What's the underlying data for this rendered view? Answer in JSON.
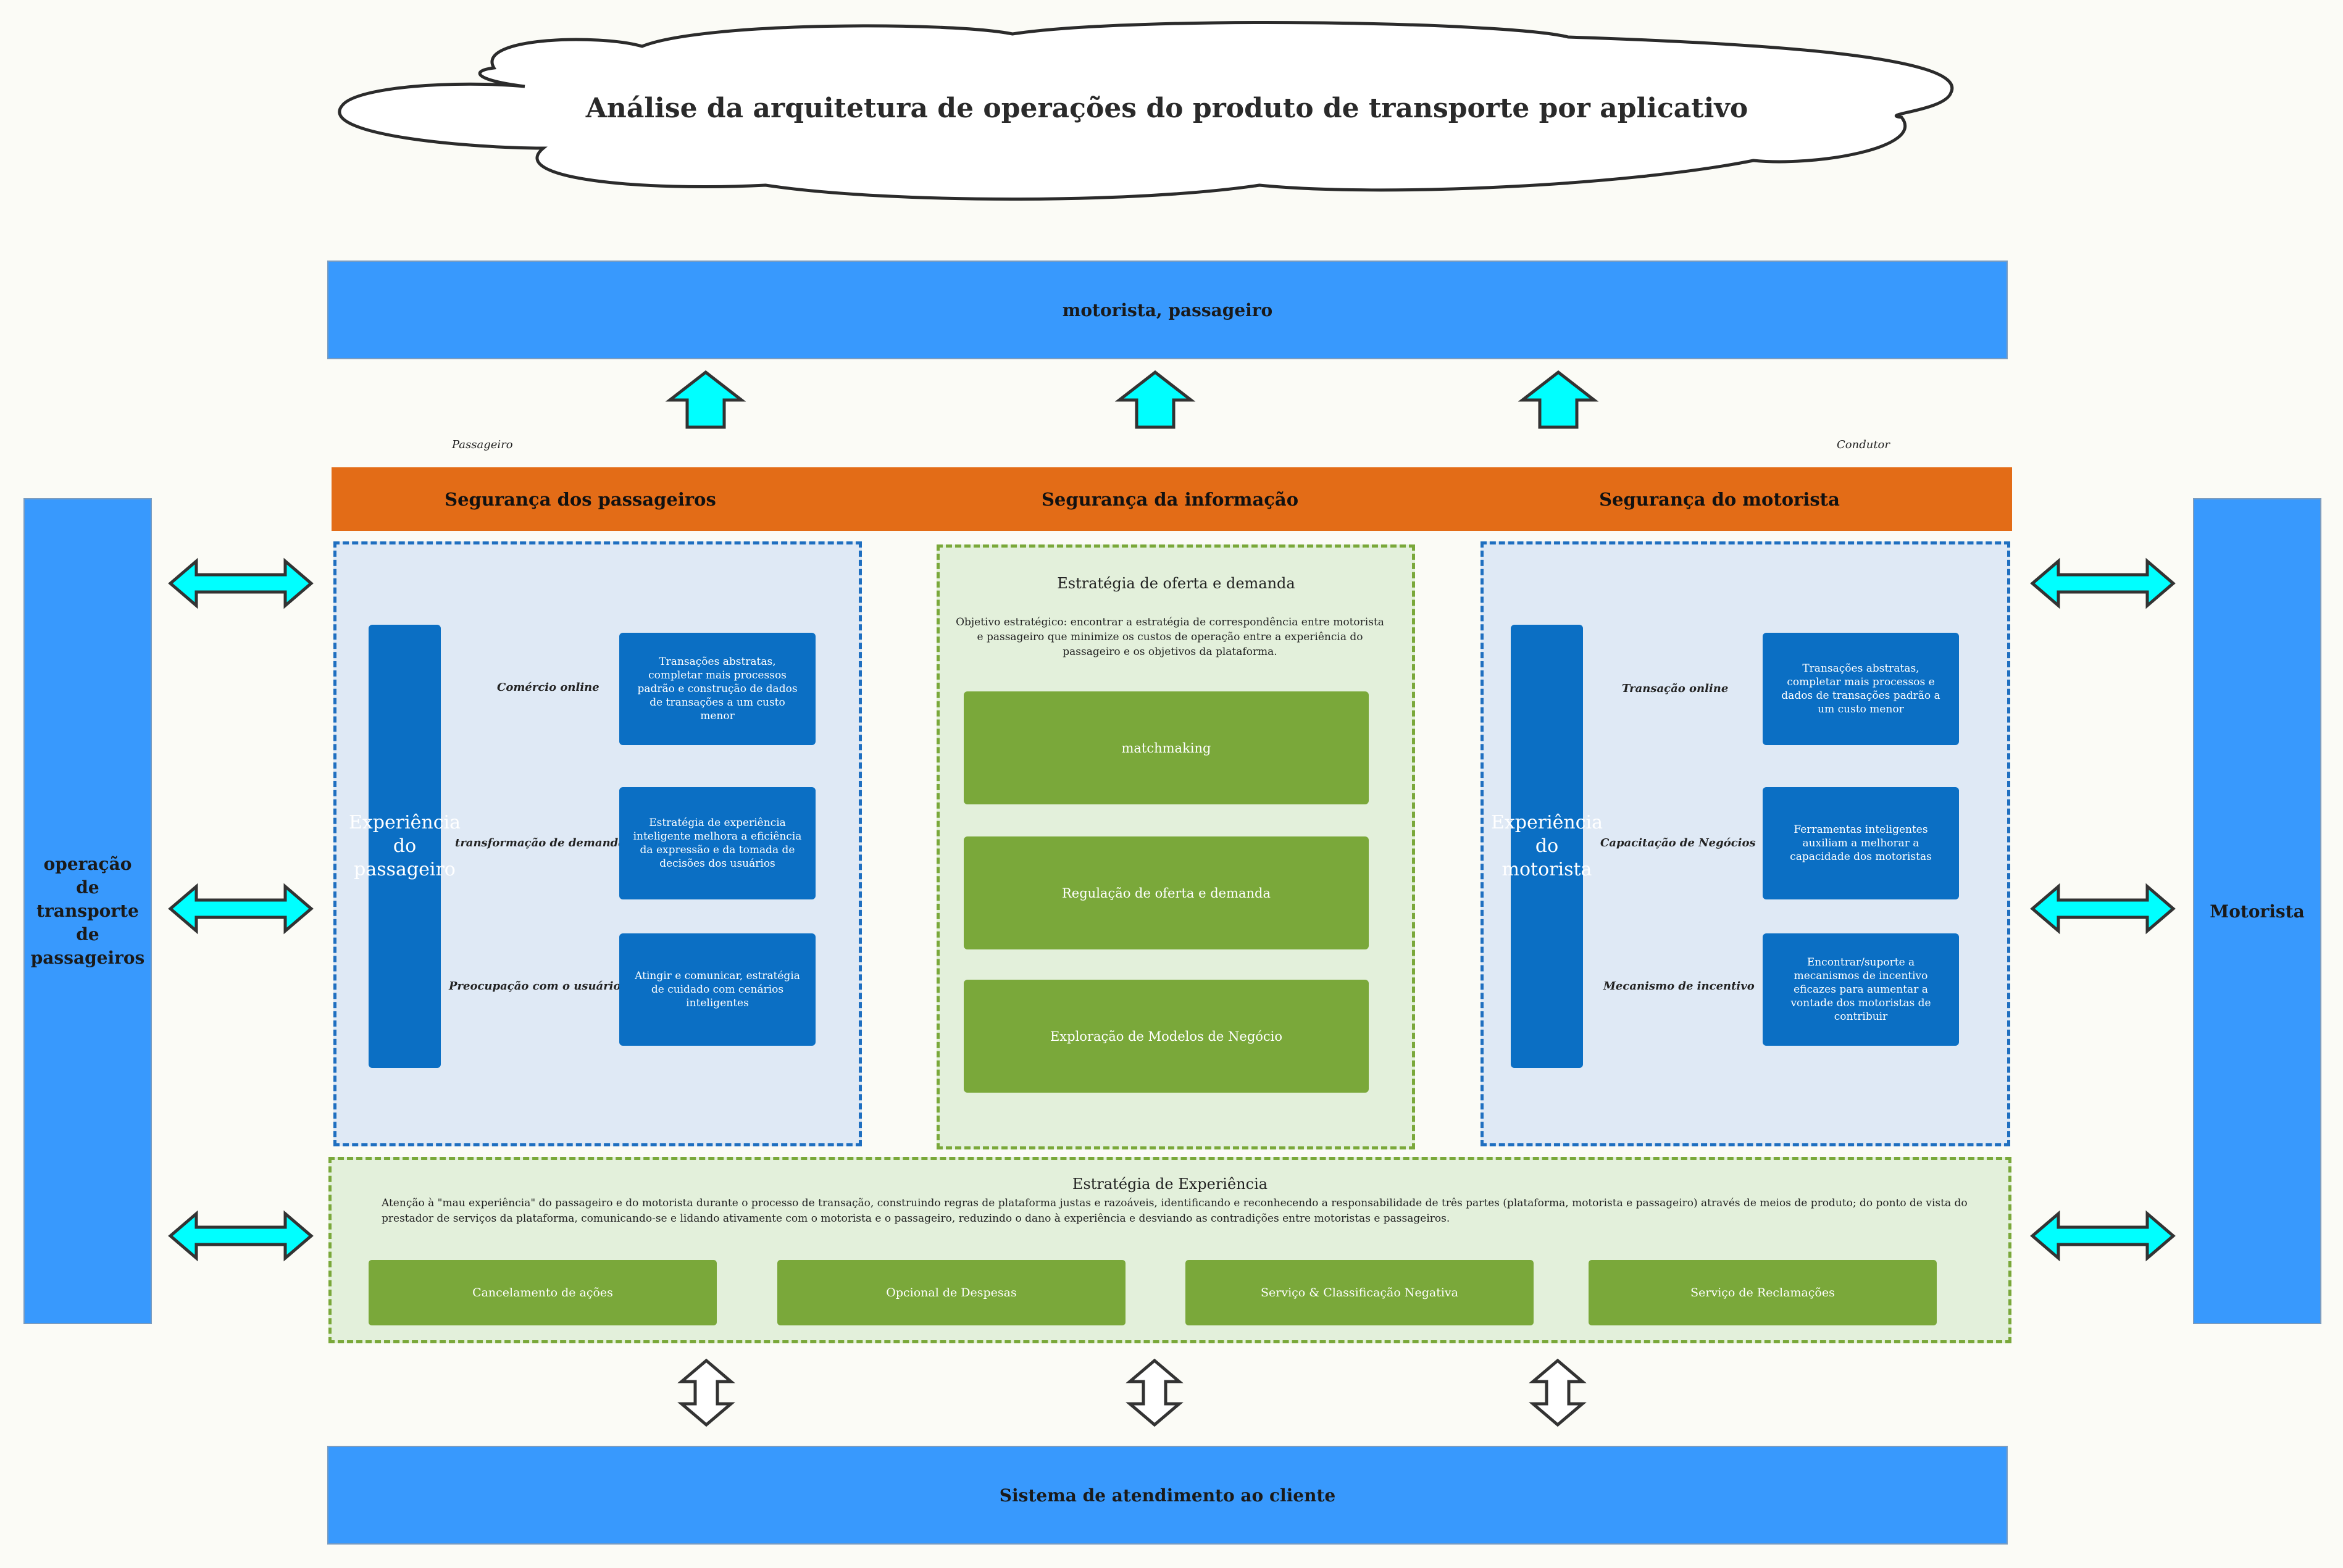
{
  "title": "Análise da arquitetura de operações do produto de transporte por aplicativo",
  "top_bar": "motorista, passageiro",
  "bottom_bar": "Sistema de atendimento ao cliente",
  "left_side": "operação de transporte de passageiros",
  "right_side": "Motorista",
  "tag_left": "Passageiro",
  "tag_right": "Condutor",
  "security": {
    "passengers": "Segurança dos passageiros",
    "information": "Segurança da informação",
    "driver": "Segurança do motorista"
  },
  "passenger_panel": {
    "vertical": "Experiência do passageiro",
    "rows": [
      {
        "label": "Comércio online",
        "box": "Transações abstratas, completar mais processos padrão e construção de dados de transações a um custo menor"
      },
      {
        "label": "transformação de demanda",
        "box": "Estratégia de experiência inteligente melhora a eficiência da expressão e da tomada de decisões dos usuários"
      },
      {
        "label": "Preocupação com o usuário",
        "box": "Atingir e comunicar, estratégia de cuidado com cenários inteligentes"
      }
    ]
  },
  "supply_panel": {
    "title": "Estratégia de oferta e demanda",
    "objective": "Objetivo estratégico: encontrar a estratégia de correspondência entre motorista e passageiro que minimize os custos de operação entre a experiência do passageiro e os objetivos da plataforma.",
    "items": [
      "matchmaking",
      "Regulação de oferta e demanda",
      "Exploração de Modelos de Negócio"
    ]
  },
  "driver_panel": {
    "vertical": "Experiência do motorista",
    "rows": [
      {
        "label": "Transação online",
        "box": "Transações abstratas, completar mais processos e dados de transações padrão a um custo menor"
      },
      {
        "label": "Capacitação de Negócios",
        "box": "Ferramentas inteligentes auxiliam a melhorar a capacidade dos motoristas"
      },
      {
        "label": "Mecanismo de incentivo",
        "box": "Encontrar/suporte a mecanismos de incentivo eficazes para aumentar a vontade dos motoristas de contribuir"
      }
    ]
  },
  "experience_panel": {
    "title": "Estratégia de Experiência",
    "text": "Atenção à \"mau experiência\" do passageiro e do motorista durante o processo de transação, construindo regras de plataforma justas e razoáveis, identificando e reconhecendo a responsabilidade de três partes (plataforma, motorista e passageiro) através de meios de produto; do ponto de vista do prestador de serviços da plataforma, comunicando-se e lidando ativamente com o motorista e o passageiro, reduzindo o dano à experiência e desviando as contradições entre motoristas e passageiros.",
    "items": [
      "Cancelamento de ações",
      "Opcional de Despesas",
      "Serviço & Classificação Negativa",
      "Serviço de Reclamações"
    ]
  },
  "colors": {
    "blue_bar": "#3899fd",
    "orange_bar": "#e36c17",
    "dark_blue": "#0b6fc4",
    "green": "#7aa83a",
    "arrow_cyan": "#00ffff"
  }
}
